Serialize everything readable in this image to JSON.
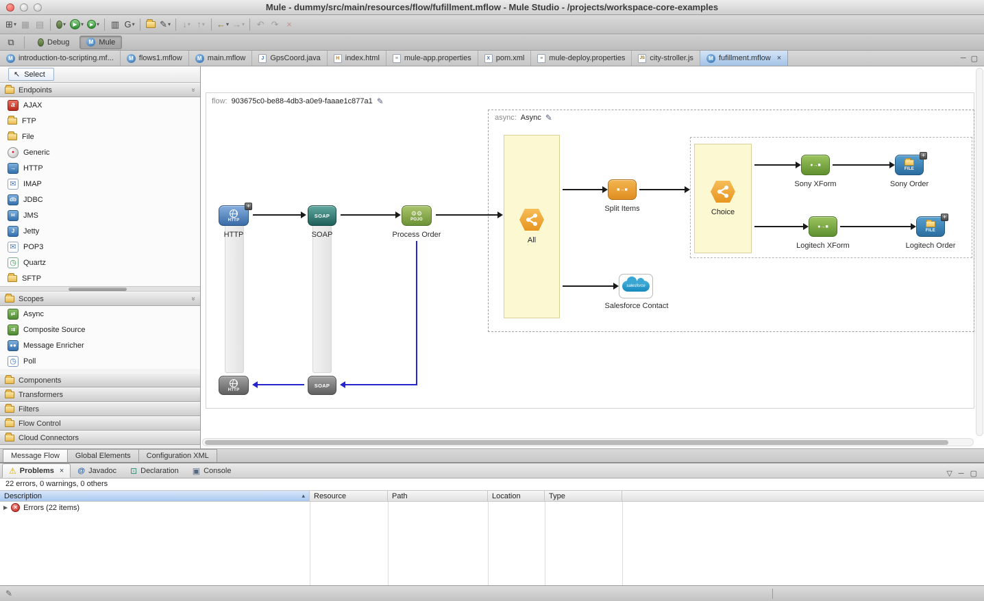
{
  "titlebar": {
    "title": "Mule - dummy/src/main/resources/flow/fufillment.mflow - Mule Studio - /projects/workspace-core-examples"
  },
  "perspectives": {
    "debug": "Debug",
    "mule": "Mule"
  },
  "editor_tabs": [
    {
      "label": "introduction-to-scripting.mf..."
    },
    {
      "label": "flows1.mflow"
    },
    {
      "label": "main.mflow"
    },
    {
      "label": "GpsCoord.java"
    },
    {
      "label": "index.html"
    },
    {
      "label": "mule-app.properties"
    },
    {
      "label": "pom.xml"
    },
    {
      "label": "mule-deploy.properties"
    },
    {
      "label": "city-stroller.js"
    },
    {
      "label": "fufillment.mflow"
    }
  ],
  "palette": {
    "select_label": "Select",
    "endpoints": {
      "label": "Endpoints",
      "items": [
        {
          "label": "AJAX"
        },
        {
          "label": "FTP"
        },
        {
          "label": "File"
        },
        {
          "label": "Generic"
        },
        {
          "label": "HTTP"
        },
        {
          "label": "IMAP"
        },
        {
          "label": "JDBC"
        },
        {
          "label": "JMS"
        },
        {
          "label": "Jetty"
        },
        {
          "label": "POP3"
        },
        {
          "label": "Quartz"
        },
        {
          "label": "SFTP"
        }
      ]
    },
    "scopes": {
      "label": "Scopes",
      "items": [
        {
          "label": "Async"
        },
        {
          "label": "Composite Source"
        },
        {
          "label": "Message Enricher"
        },
        {
          "label": "Poll"
        }
      ]
    },
    "collapsed": [
      {
        "label": "Components"
      },
      {
        "label": "Transformers"
      },
      {
        "label": "Filters"
      },
      {
        "label": "Flow Control"
      },
      {
        "label": "Cloud Connectors"
      }
    ]
  },
  "canvas": {
    "flow_prefix": "flow:",
    "flow_id": "903675c0-be88-4db3-a0e9-faaae1c877a1",
    "async_prefix": "async:",
    "async_name": "Async",
    "nodes": {
      "http": "HTTP",
      "soap": "SOAP",
      "process_order": "Process Order",
      "all": "All",
      "split_items": "Split Items",
      "choice": "Choice",
      "sony_xform": "Sony XForm",
      "sony_order": "Sony Order",
      "logitech_xform": "Logitech XForm",
      "logitech_order": "Logitech Order",
      "salesforce": "Salesforce Contact"
    },
    "node_texts": {
      "http_small": "HTTP",
      "soap_small": "SOAP",
      "pojo_small": "POJO",
      "file_small": "FILE",
      "salesforce_small": "salesforce"
    }
  },
  "editor_bottom_tabs": [
    {
      "label": "Message Flow"
    },
    {
      "label": "Global Elements"
    },
    {
      "label": "Configuration XML"
    }
  ],
  "problems": {
    "tabs": [
      {
        "label": "Problems"
      },
      {
        "label": "Javadoc"
      },
      {
        "label": "Declaration"
      },
      {
        "label": "Console"
      }
    ],
    "summary": "22 errors, 0 warnings, 0 others",
    "columns": [
      "Description",
      "Resource",
      "Path",
      "Location",
      "Type"
    ],
    "rows": [
      {
        "label": "Errors (22 items)"
      }
    ]
  },
  "icons": {
    "open_perspective": "⧉",
    "new_wizard": "⊞",
    "caret": "▾",
    "save": "▦",
    "print": "▤",
    "play": "▶",
    "g_tool": "G",
    "package": "▥",
    "pencil": "✎",
    "arrow_down": "↓",
    "arrow_up": "↑",
    "arrow_back": "←",
    "arrow_forward": "→",
    "undo": "↶",
    "redo": "↷",
    "terminate": "×",
    "close": "×",
    "minimize": "─",
    "maximize": "▢",
    "view_menu": "▽",
    "select_cursor": "↖",
    "pin": "»",
    "mule_m": "M",
    "file_java": "J",
    "file_html": "H",
    "file_prop": "≡",
    "file_xml": "X",
    "file_js": "JS",
    "edit": "✎",
    "gears": "⚙⚙",
    "split_glyph": "■→■",
    "xform_glyph": "●→■",
    "warning": "⚠",
    "at": "@",
    "declaration": "⊡",
    "console": "▣",
    "sort_asc": "▴",
    "expander": "▶",
    "pal_ajax": "a",
    "pal_generic": "●",
    "pal_http": "→",
    "pal_env": "✉",
    "pal_db": "db",
    "pal_jetty": "J",
    "pal_clock": "◷",
    "pal_async": "⇄",
    "pal_comp": "⇉",
    "pal_enrich": "●●"
  },
  "colors": {
    "accent_blue": "#a3c3e6",
    "scope_yellow": "#fcf8d2",
    "connector_blue": "#2424cf",
    "error_red": "#c01d14"
  }
}
